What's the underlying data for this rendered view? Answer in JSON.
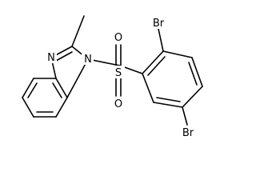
{
  "molecule": {
    "atoms": {
      "n3": "N",
      "n1": "N",
      "s": "S",
      "o_top": "O",
      "o_bottom": "O",
      "br_top": "Br",
      "br_bottom": "Br"
    }
  }
}
